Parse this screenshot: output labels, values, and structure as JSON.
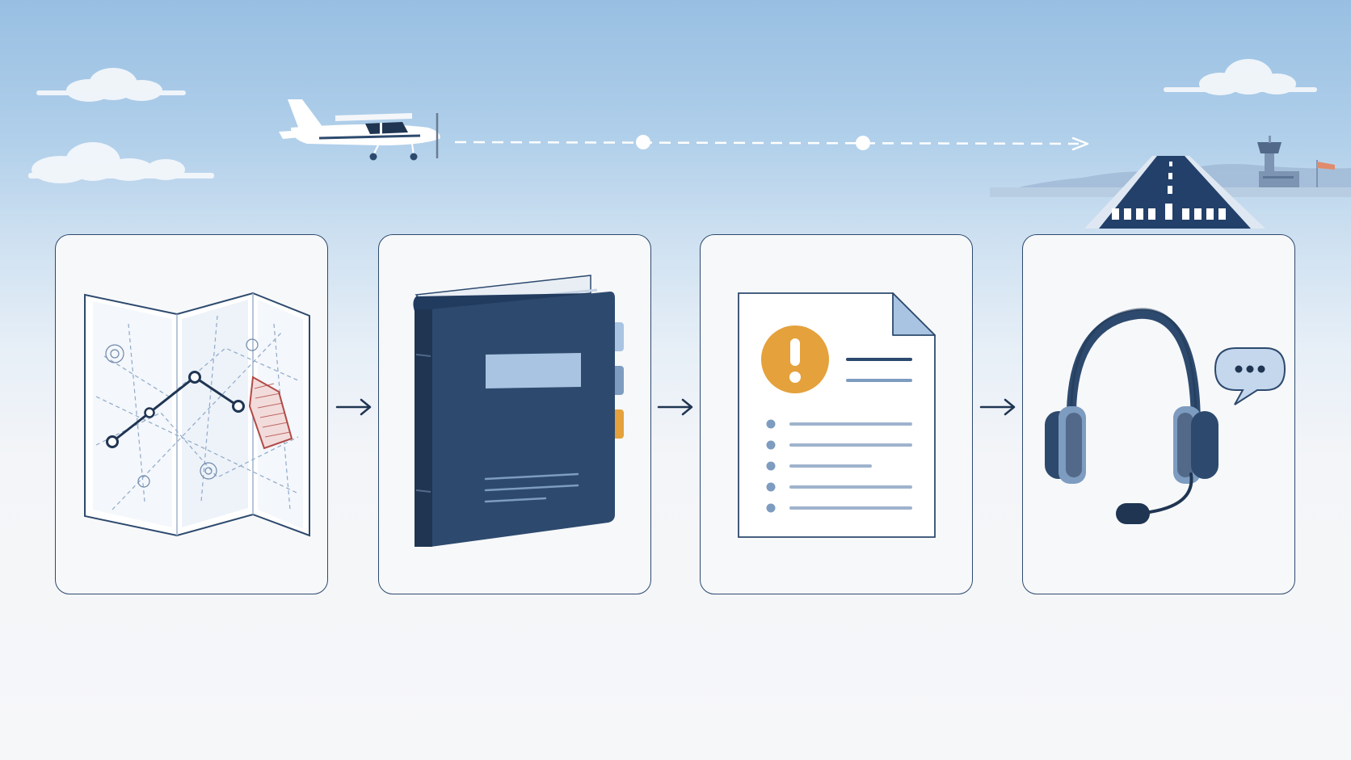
{
  "colors": {
    "navy": "#2d4a6e",
    "dark_navy": "#1f3552",
    "light_blue": "#a9c4e2",
    "steel": "#7d9cc0",
    "orange": "#e4a13c",
    "red_zone": "#b14a47",
    "card_bg": "#f7f8fa",
    "sky_top": "#98bfe2"
  },
  "scene": {
    "aircraft": "single-engine-airplane",
    "flight_path": "dashed-route-with-waypoints",
    "destination": "runway-with-control-tower"
  },
  "steps": [
    {
      "icon": "sectional-chart-map-icon"
    },
    {
      "icon": "pilot-handbook-icon"
    },
    {
      "icon": "notam-alert-document-icon"
    },
    {
      "icon": "aviation-headset-icon"
    }
  ]
}
